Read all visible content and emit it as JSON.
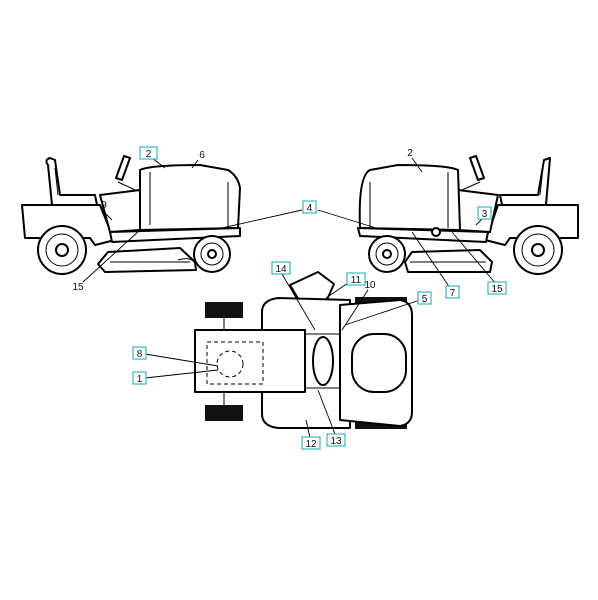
{
  "callouts": {
    "c1": "1",
    "c2a": "2",
    "c2b": "2",
    "c3": "3",
    "c4": "4",
    "c5": "5",
    "c6": "6",
    "c7": "7",
    "c8": "8",
    "c9": "9",
    "c10": "10",
    "c11": "11",
    "c12": "12",
    "c13": "13",
    "c14": "14",
    "c15a": "15",
    "c15b": "15"
  },
  "colors": {
    "outline": "#000000",
    "label_box": "#3bb3c8",
    "background": "#ffffff"
  }
}
